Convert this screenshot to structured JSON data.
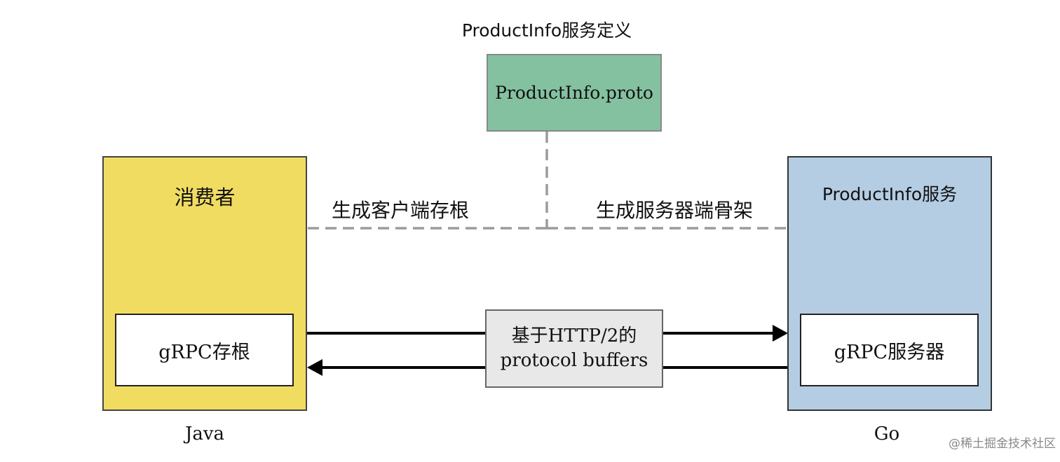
{
  "definition": {
    "title": "ProductInfo服务定义",
    "file": "ProductInfo.proto",
    "color": "#84c1a0"
  },
  "consumer": {
    "title": "消费者",
    "stub_label": "gRPC存根",
    "language": "Java",
    "color": "#f1dc62"
  },
  "service": {
    "title": "ProductInfo服务",
    "server_label": "gRPC服务器",
    "language": "Go",
    "color": "#b4cde3"
  },
  "edges": {
    "client_stub": "生成客户端存根",
    "server_skeleton": "生成服务器端骨架"
  },
  "transport": {
    "line1": "基于HTTP/2的",
    "line2": "protocol buffers",
    "color": "#e8e8e8"
  },
  "watermark": "@稀土掘金技术社区"
}
